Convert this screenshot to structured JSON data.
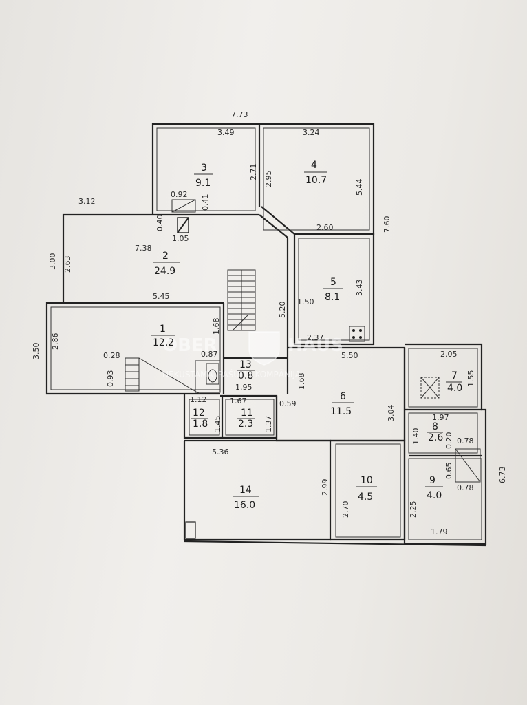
{
  "watermark": {
    "brand_left": "OBER",
    "brand_right": "HAUS",
    "tagline": "NEKUSTAMĀ ĪPAŠUMA KOMPĀNIJA"
  },
  "overall_dims": {
    "top_width": "7.73",
    "right_upper": "7.60",
    "right_lower": "6.73",
    "left_wing": "3.12",
    "left_upper": "3.00",
    "left_lower": "3.50"
  },
  "rooms": [
    {
      "id": "1",
      "number": "1",
      "area": "12.2"
    },
    {
      "id": "2",
      "number": "2",
      "area": "24.9"
    },
    {
      "id": "3",
      "number": "3",
      "area": "9.1"
    },
    {
      "id": "4",
      "number": "4",
      "area": "10.7"
    },
    {
      "id": "5",
      "number": "5",
      "area": "8.1"
    },
    {
      "id": "6",
      "number": "6",
      "area": "11.5"
    },
    {
      "id": "7",
      "number": "7",
      "area": "4.0"
    },
    {
      "id": "8",
      "number": "8",
      "area": "2.6"
    },
    {
      "id": "9",
      "number": "9",
      "area": "4.0"
    },
    {
      "id": "10",
      "number": "10",
      "area": "4.5"
    },
    {
      "id": "11",
      "number": "11",
      "area": "2.3"
    },
    {
      "id": "12",
      "number": "12",
      "area": "1.8"
    },
    {
      "id": "13",
      "number": "13",
      "area": "0.8"
    },
    {
      "id": "14",
      "number": "14",
      "area": "16.0"
    }
  ],
  "dims": {
    "d349": "3.49",
    "d324": "3.24",
    "d271": "2.71",
    "d295": "2.95",
    "d544": "5.44",
    "d092": "0.92",
    "d041": "0.41",
    "d040": "0.40",
    "d105": "1.05",
    "d260": "2.60",
    "d738": "7.38",
    "d263": "2.63",
    "d545": "5.45",
    "d343": "3.43",
    "d520": "5.20",
    "d150": "1.50",
    "d237": "2.37",
    "d286": "2.86",
    "d168a": "1.68",
    "d028": "0.28",
    "d093": "0.93",
    "d087": "0.87",
    "d195": "1.95",
    "d168b": "1.68",
    "d550": "5.50",
    "d205": "2.05",
    "d155": "1.55",
    "d304": "3.04",
    "d112": "1.12",
    "d167": "1.67",
    "d059": "0.59",
    "d145": "1.45",
    "d137": "1.37",
    "d197": "1.97",
    "d140": "1.40",
    "d020": "0.20",
    "d078a": "0.78",
    "d065": "0.65",
    "d078b": "0.78",
    "d536": "5.36",
    "d299": "2.99",
    "d270": "2.70",
    "d225": "2.25",
    "d179": "1.79"
  }
}
